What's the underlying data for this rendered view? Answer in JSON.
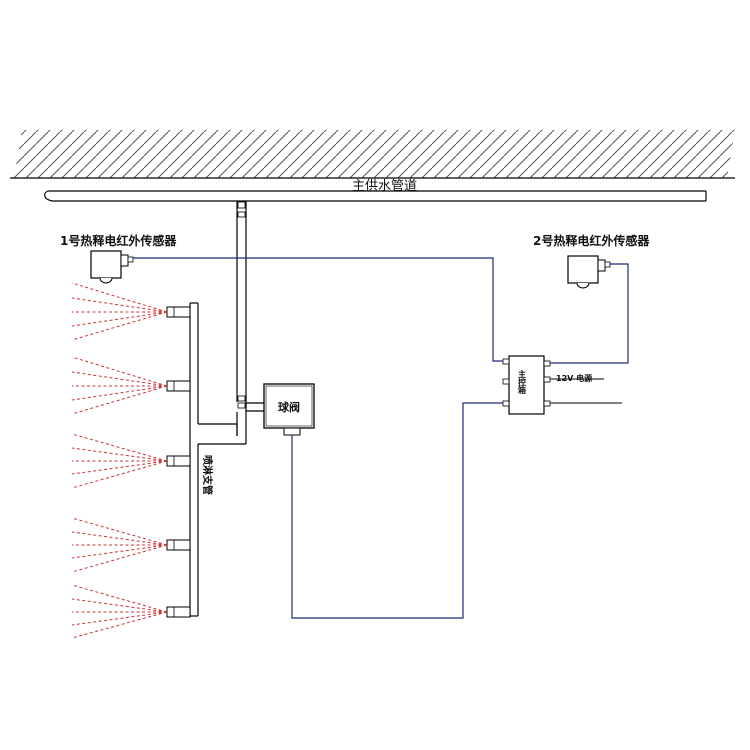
{
  "labels": {
    "main_pipe": "主供水管道",
    "sensor_1": "1号热释电红外传感器",
    "sensor_2": "2号热释电红外传感器",
    "ball_valve": "球阀",
    "branch_pipe": "喷淋支管",
    "controller": "主控箱",
    "power": "12V 电源"
  },
  "colors": {
    "line": "#000000",
    "wire": "#1a2a7a",
    "spray": "#cc3333"
  }
}
